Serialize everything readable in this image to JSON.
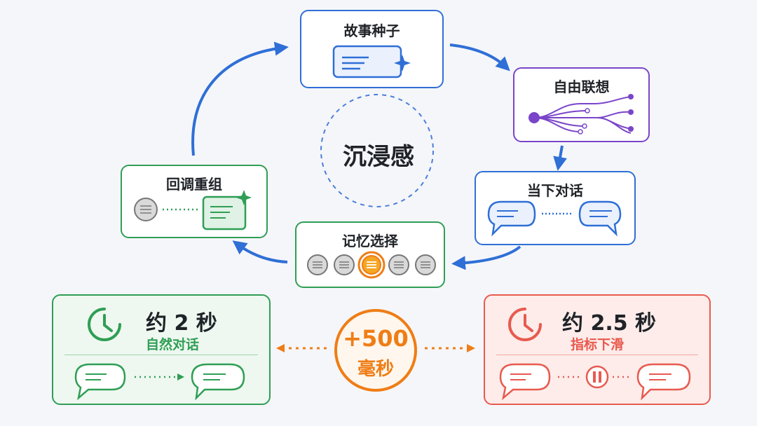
{
  "center": {
    "label": "沉浸感"
  },
  "nodes": {
    "story_seed": {
      "title": "故事种子"
    },
    "free_association": {
      "title": "自由联想"
    },
    "present_dialogue": {
      "title": "当下对话"
    },
    "memory_selection": {
      "title": "记忆选择"
    },
    "recall_reorganize": {
      "title": "回调重组"
    }
  },
  "comparison": {
    "left": {
      "time": "约 2 秒",
      "caption": "自然对话"
    },
    "right": {
      "time": "约 2.5 秒",
      "caption": "指标下滑"
    },
    "middle": {
      "delta": "+500",
      "unit": "毫秒"
    }
  },
  "colors": {
    "blue": "#2f6fd6",
    "purple": "#7a45c9",
    "green": "#2f9e55",
    "red": "#e85a4f",
    "orange": "#ef7d15"
  }
}
